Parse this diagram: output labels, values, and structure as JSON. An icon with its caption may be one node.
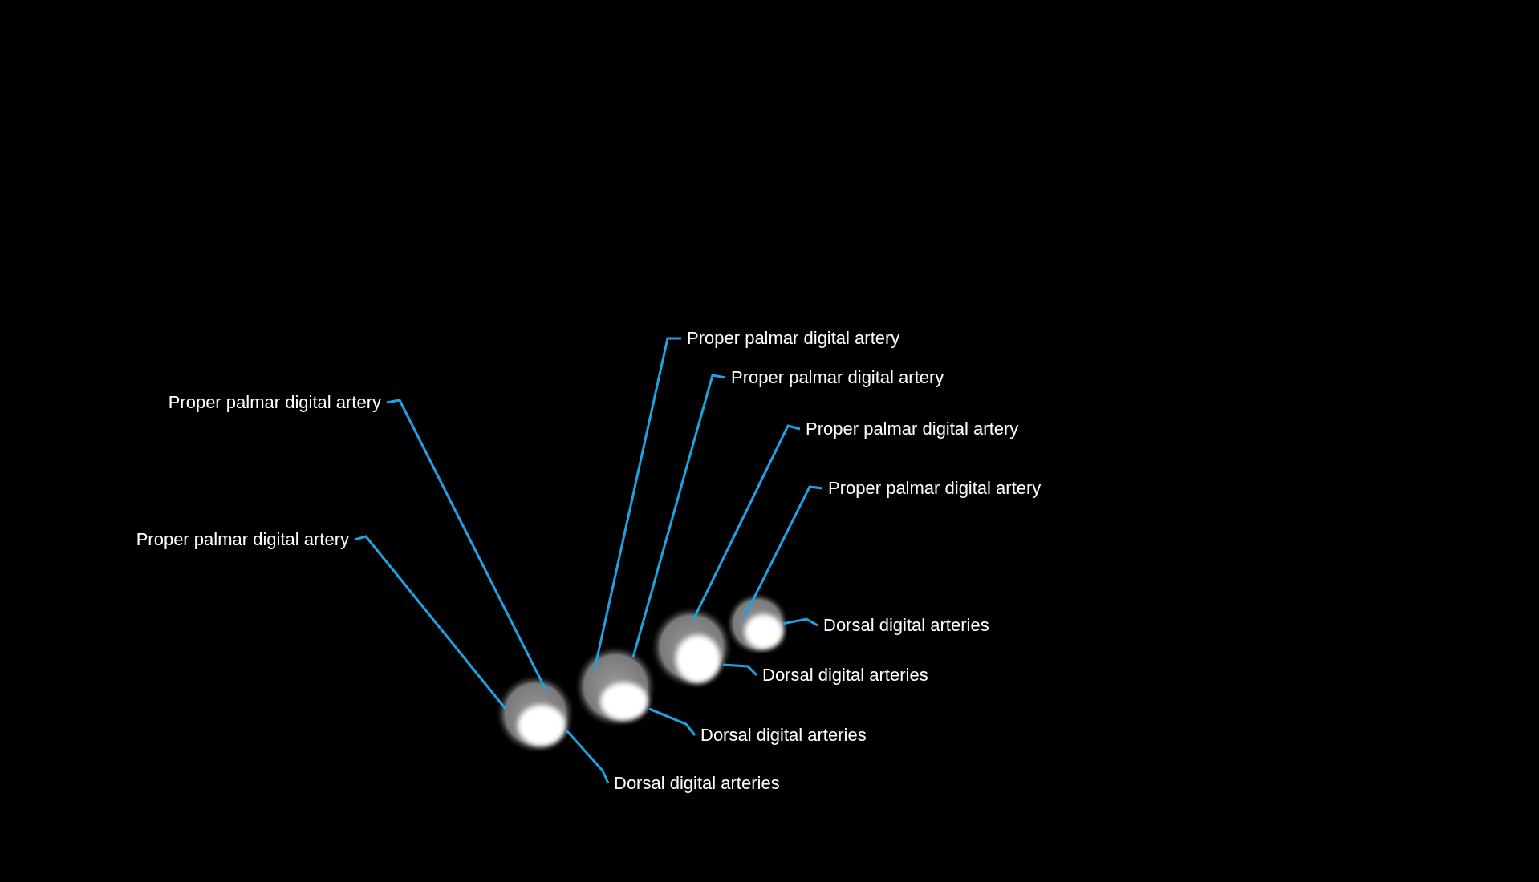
{
  "diagram": {
    "nodes": [
      {
        "text": [
          "Proper palmar digital artery"
        ]
      },
      {
        "text": [
          "Proper palmar digital artery"
        ]
      },
      {
        "text": [
          "Proper palmar digital artery"
        ]
      },
      {
        "text": [
          "Proper palmar digital artery"
        ]
      },
      {
        "text": [
          "Proper palmar digital artery"
        ]
      },
      {
        "text": [
          "Proper palmar digital artery"
        ]
      },
      {
        "text": [
          "Dorsal digital arteries"
        ]
      },
      {
        "text": [
          "Dorsal digital arteries"
        ]
      },
      {
        "text": [
          "Dorsal digital arteries"
        ]
      },
      {
        "text": [
          "Dorsal digital arteries"
        ]
      }
    ],
    "edges": [
      {
        "from": 0,
        "to": null,
        "arrow": "none"
      },
      {
        "from": 1,
        "to": null,
        "arrow": "none"
      },
      {
        "from": 2,
        "to": null,
        "arrow": "none"
      },
      {
        "from": 3,
        "to": null,
        "arrow": "none"
      },
      {
        "from": 4,
        "to": null,
        "arrow": "none"
      },
      {
        "from": 5,
        "to": null,
        "arrow": "none"
      },
      {
        "from": 6,
        "to": null,
        "arrow": "none"
      },
      {
        "from": 7,
        "to": null,
        "arrow": "none"
      },
      {
        "from": 8,
        "to": null,
        "arrow": "none"
      },
      {
        "from": 9,
        "to": null,
        "arrow": "none"
      }
    ]
  }
}
